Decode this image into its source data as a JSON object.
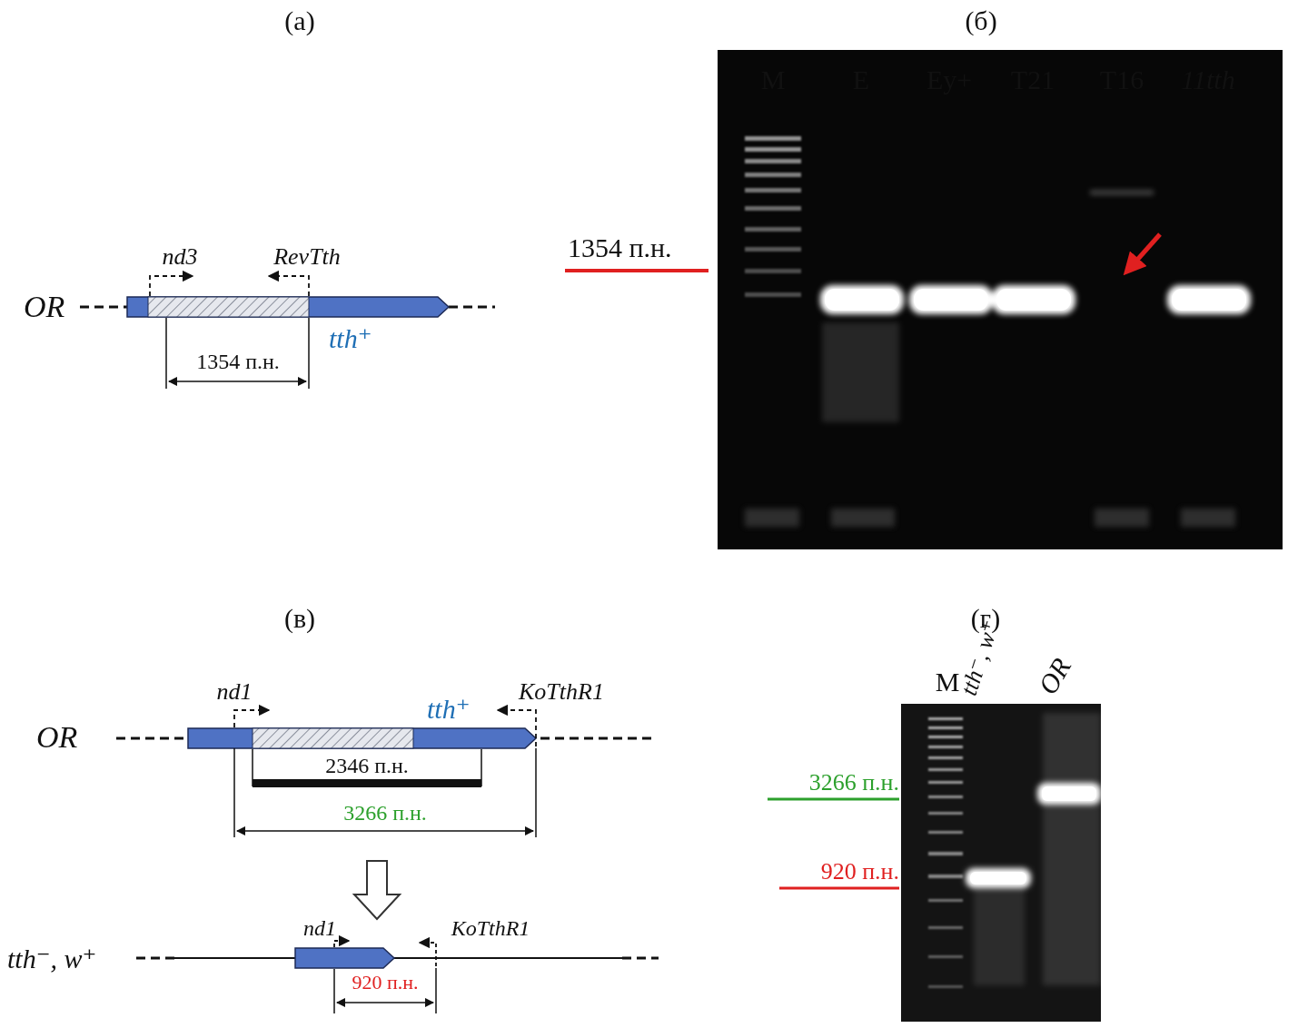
{
  "diagram": {
    "labels": [
      "(а)",
      "nd3",
      "RevTth",
      "OR",
      "tth⁺",
      "1354 п.н.",
      "(б)",
      "M",
      "E",
      "Ey+",
      "T21",
      "T16",
      "11tth",
      "1354 п.н.",
      "(в)",
      "nd1",
      "tth⁺",
      "KoTthR1",
      "OR",
      "2346 п.н.",
      "3266 п.н.",
      "tth⁻, w⁺",
      "nd1",
      "KoTthR1",
      "920 п.н.",
      "(г)",
      "M",
      "tth⁻, w⁺",
      "OR",
      "3266 п.н.",
      "920 п.н."
    ]
  }
}
